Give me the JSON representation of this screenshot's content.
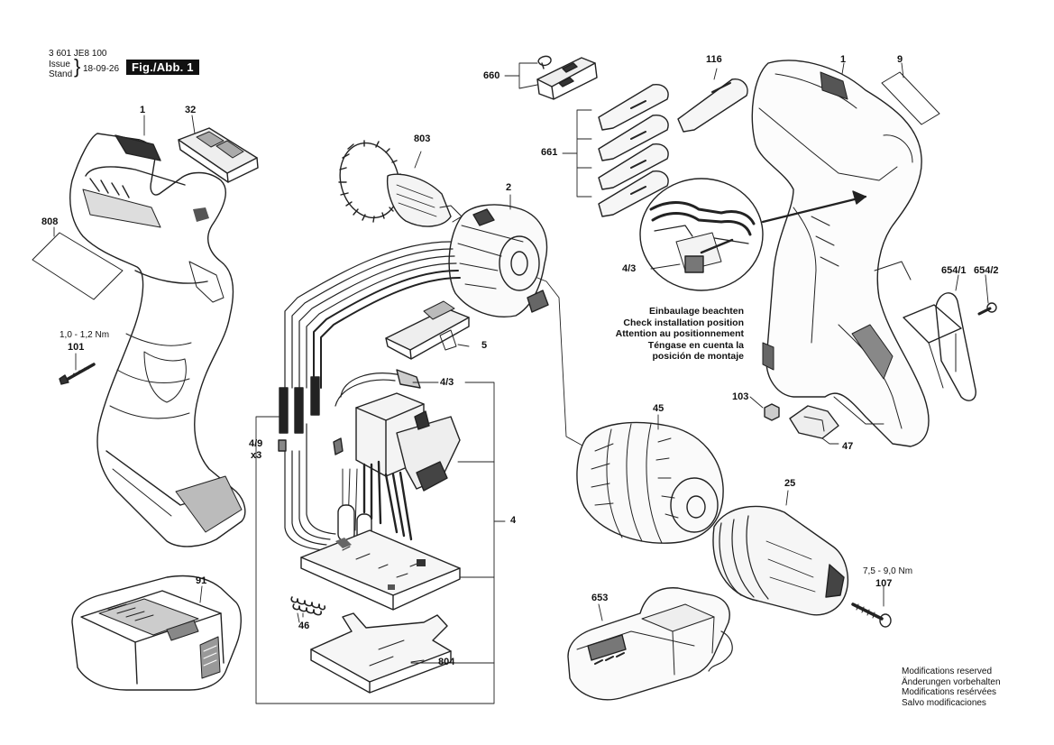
{
  "header": {
    "doc_number": "3 601 JE8 100",
    "issue_label_1": "Issue",
    "issue_label_2": "Stand",
    "issue_date": "18-09-26",
    "figure_label": "Fig./Abb. 1"
  },
  "callouts": {
    "c1_left": "1",
    "c32": "32",
    "c808": "808",
    "c101_torque": "1,0 - 1,2 Nm",
    "c101": "101",
    "c91": "91",
    "c803": "803",
    "c2": "2",
    "c5": "5",
    "c4_3_mid": "4/3",
    "c4_9": "4/9",
    "c4_9_qty": "x3",
    "c4": "4",
    "c46": "46",
    "c804": "804",
    "c660": "660",
    "c661": "661",
    "c116": "116",
    "c1_right": "1",
    "c9": "9",
    "c4_3_right": "4/3",
    "c654_1": "654/1",
    "c654_2": "654/2",
    "c103": "103",
    "c47": "47",
    "c45": "45",
    "c25": "25",
    "c107_torque": "7,5 - 9,0 Nm",
    "c107": "107",
    "c653": "653"
  },
  "install_note": [
    "Einbaulage beachten",
    "Check installation position",
    "Attention au positionnement",
    "Téngase en cuenta la",
    "posición de montaje"
  ],
  "modifications": [
    "Modifications reserved",
    "Änderungen vorbehalten",
    "Modifications resérvées",
    "Salvo modificaciones"
  ]
}
